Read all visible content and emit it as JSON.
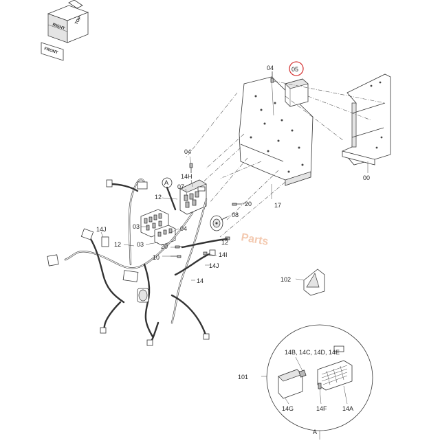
{
  "orientation": {
    "top": "TOP",
    "right": "RIGHT",
    "front": "FRONT"
  },
  "watermark": "Parts",
  "callout_letter": "A",
  "highlighted_part": "05",
  "part_labels": {
    "p04_top": "04",
    "p05": "05",
    "p00": "00",
    "p17": "17",
    "p04_mid": "04",
    "p14H": "14H",
    "p07": "07",
    "p12_a": "12",
    "p20_a": "20",
    "p08": "08",
    "p14J_left": "14J",
    "p03_a": "03",
    "p04_low": "04",
    "p03_b": "03",
    "p12_b": "12",
    "p12_c": "12",
    "p20_b": "20",
    "p10": "10",
    "p14I": "14I",
    "p14J_right": "14J",
    "p14": "14",
    "p102": "102",
    "p101": "101",
    "p14BCDE": "14B, 14C, 14D, 14E",
    "p14G": "14G",
    "p14F": "14F",
    "p14A": "14A"
  }
}
